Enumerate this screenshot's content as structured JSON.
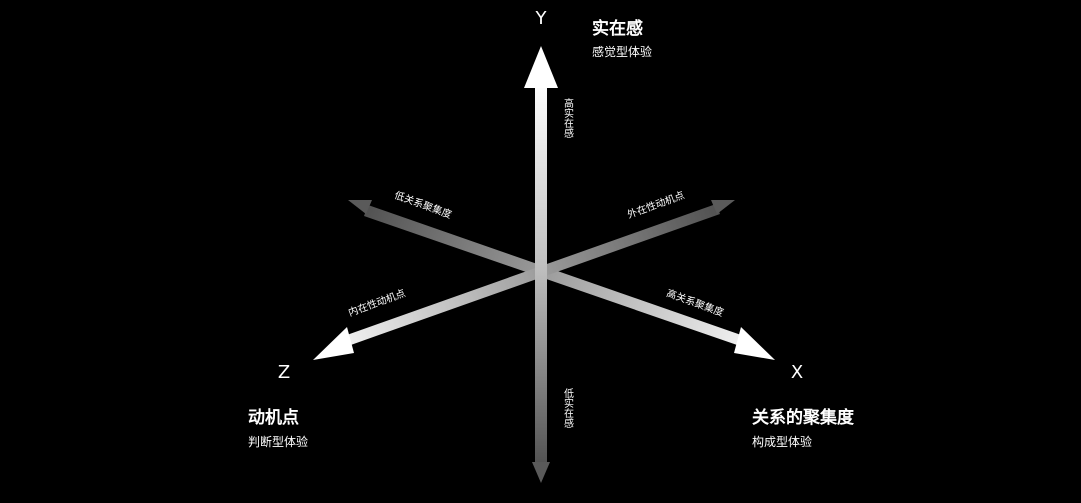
{
  "axes": {
    "y": {
      "letter": "Y",
      "positive_label": "高实在感",
      "negative_label": "低实在感",
      "dimension_title": "实在感",
      "dimension_subtitle": "感觉型体验"
    },
    "x": {
      "letter": "X",
      "positive_label": "高关系聚集度",
      "negative_label": "低关系聚集度",
      "dimension_title": "关系的聚集度",
      "dimension_subtitle": "构成型体验"
    },
    "z": {
      "letter": "Z",
      "positive_label": "内在性动机点",
      "negative_label": "外在性动机点",
      "dimension_title": "动机点",
      "dimension_subtitle": "判断型体验"
    }
  },
  "colors": {
    "background": "#000000",
    "arrow_bright": "#ffffff",
    "arrow_dim": "#5a5a5a",
    "text": "#ffffff"
  }
}
